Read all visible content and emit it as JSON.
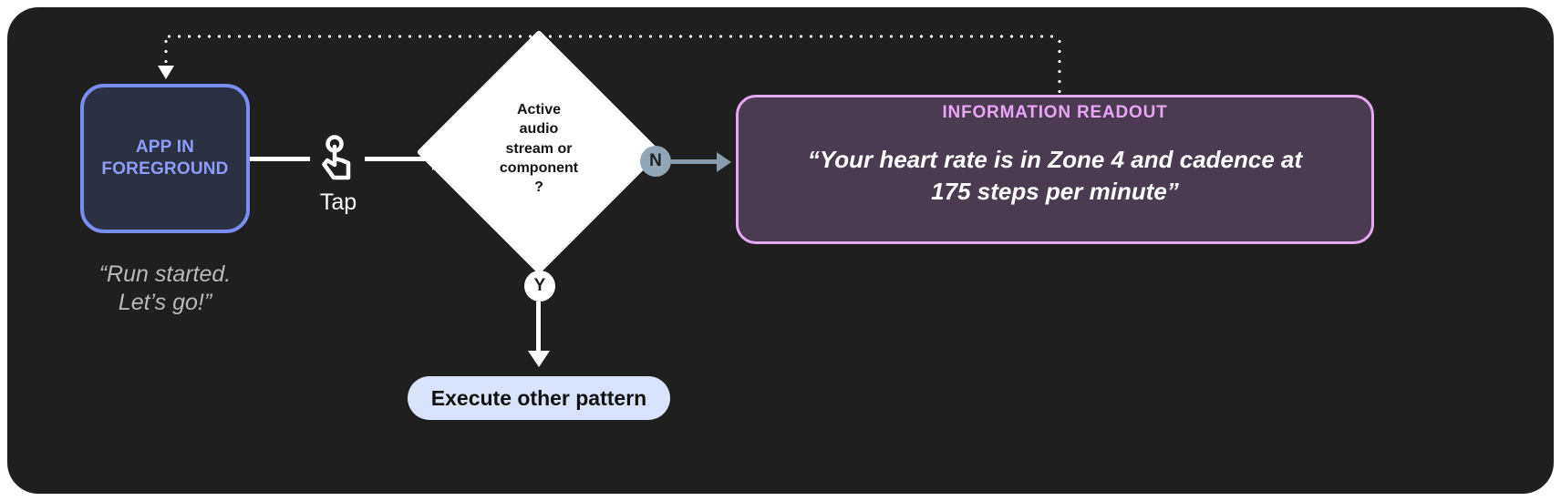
{
  "canvas": {
    "background": "#1f1f1f",
    "page_background": "#ffffff"
  },
  "nodes": {
    "app_box": {
      "label": "APP IN\nFOREGROUND",
      "label_line1": "APP IN",
      "label_line2": "FOREGROUND",
      "text_color": "#8e9dfb",
      "fill": "#2b3142",
      "border": "#7b8cf2"
    },
    "app_caption": {
      "line1": "“Run started.",
      "line2": "Let’s go!”",
      "color": "#b9b9b9"
    },
    "gesture": {
      "icon": "tap-gesture-icon",
      "label": "Tap",
      "color": "#ffffff"
    },
    "decision": {
      "line1": "Active",
      "line2": "audio",
      "line3": "stream or",
      "line4": "component",
      "line5": "?",
      "fill": "#ffffff",
      "text_color": "#141414"
    },
    "branch_no": {
      "label": "N",
      "fill": "#93a6b5",
      "text_color": "#1f1f1f"
    },
    "branch_yes": {
      "label": "Y",
      "fill": "#ffffff",
      "text_color": "#1f1f1f"
    },
    "readout": {
      "title": "INFORMATION READOUT",
      "title_color": "#e9a6f7",
      "quote_line1": "“Your heart rate is in Zone 4 and cadence at",
      "quote_line2": "175 steps per minute”",
      "quote_color": "#ffffff",
      "fill": "#4a3b51",
      "border": "#e3a9ef"
    },
    "other_pattern": {
      "label": "Execute other pattern",
      "fill": "#d9e3fb",
      "text_color": "#111111"
    }
  },
  "connectors": {
    "app_to_tap": "solid-white-line",
    "tap_to_decision": "solid-white-arrow",
    "decision_no_to_readout": "gray-arrow",
    "decision_yes_to_pattern": "solid-white-arrow-down",
    "readout_feedback_to_app": "dotted-white-arrow"
  }
}
